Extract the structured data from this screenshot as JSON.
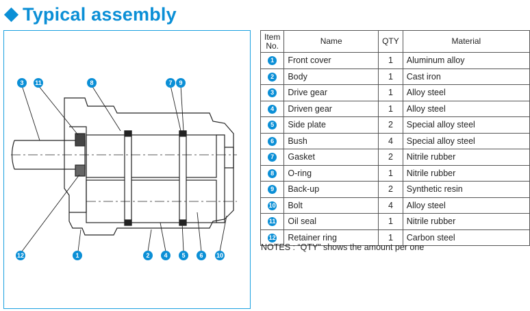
{
  "heading": {
    "text": "Typical assembly"
  },
  "colors": {
    "accent": "#0b8fd6",
    "frame": "#1aa0e0"
  },
  "table": {
    "headers": {
      "item_no": "Item No.",
      "name": "Name",
      "qty": "QTY",
      "material": "Material"
    },
    "rows": [
      {
        "no": "1",
        "name": "Front cover",
        "qty": "1",
        "material": "Aluminum alloy"
      },
      {
        "no": "2",
        "name": "Body",
        "qty": "1",
        "material": "Cast iron"
      },
      {
        "no": "3",
        "name": "Drive gear",
        "qty": "1",
        "material": "Alloy steel"
      },
      {
        "no": "4",
        "name": "Driven gear",
        "qty": "1",
        "material": "Alloy steel"
      },
      {
        "no": "5",
        "name": "Side plate",
        "qty": "2",
        "material": "Special alloy steel"
      },
      {
        "no": "6",
        "name": "Bush",
        "qty": "4",
        "material": "Special alloy steel"
      },
      {
        "no": "7",
        "name": "Gasket",
        "qty": "2",
        "material": "Nitrile rubber"
      },
      {
        "no": "8",
        "name": "O-ring",
        "qty": "1",
        "material": "Nitrile rubber"
      },
      {
        "no": "9",
        "name": "Back-up",
        "qty": "2",
        "material": "Synthetic resin"
      },
      {
        "no": "10",
        "name": "Bolt",
        "qty": "4",
        "material": "Alloy steel"
      },
      {
        "no": "11",
        "name": "Oil seal",
        "qty": "1",
        "material": "Nitrile rubber"
      },
      {
        "no": "12",
        "name": "Retainer ring",
        "qty": "1",
        "material": "Carbon steel"
      }
    ]
  },
  "notes": "NOTES : “QTY” shows the amount per one",
  "drawing": {
    "callouts_top": [
      "3",
      "11",
      "8",
      "7",
      "9"
    ],
    "callouts_bottom": [
      "12",
      "1",
      "2",
      "4",
      "5",
      "6",
      "10"
    ]
  }
}
